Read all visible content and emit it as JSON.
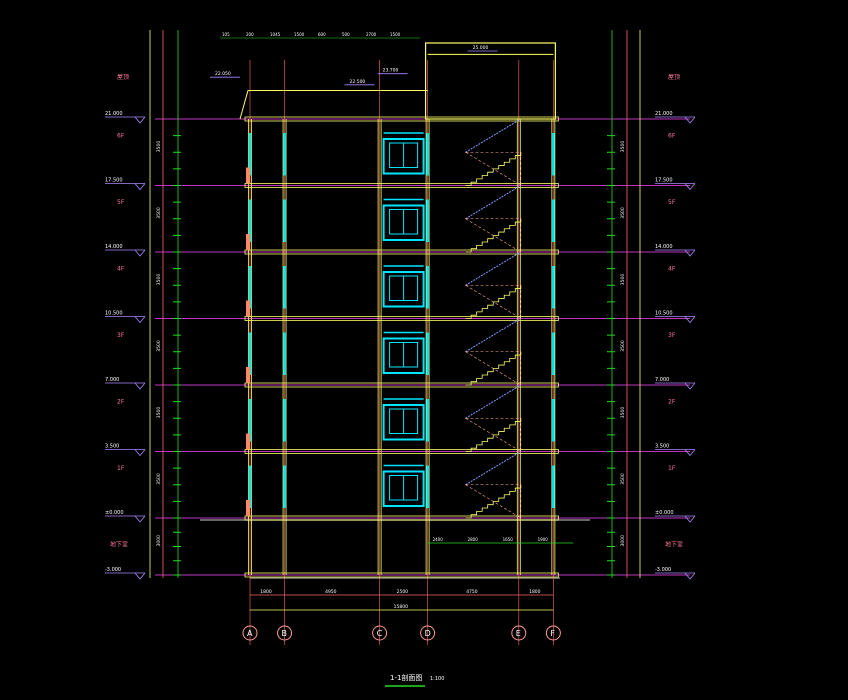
{
  "drawing": {
    "title": "1-1剖面图",
    "scale": "1:100",
    "colors": {
      "background": "#000000",
      "wall": "#ffff66",
      "floor_line": "#ff44ff",
      "window": "#00e5ff",
      "dimension": "#22dd22",
      "axis": "#ff6666",
      "text": "#ffffff",
      "room_text": "#ff7799",
      "stair": "#8899ff"
    },
    "levels": [
      {
        "floor": "地下室",
        "elevation": "-3.000",
        "value": -3.0
      },
      {
        "floor": "1F",
        "elevation": "±0.000",
        "value": 0.0
      },
      {
        "floor": "2F",
        "elevation": "3.500",
        "value": 3.5
      },
      {
        "floor": "3F",
        "elevation": "7.000",
        "value": 7.0
      },
      {
        "floor": "4F",
        "elevation": "10.500",
        "value": 10.5
      },
      {
        "floor": "5F",
        "elevation": "14.000",
        "value": 14.0
      },
      {
        "floor": "6F",
        "elevation": "17.500",
        "value": 17.5
      },
      {
        "floor": "屋顶",
        "elevation": "21.000",
        "value": 21.0
      }
    ],
    "top_elevations": [
      "25.000",
      "23.700",
      "22.500",
      "22.050"
    ],
    "top_dims": [
      "105",
      "200",
      "1045",
      "1500",
      "600",
      "500",
      "2700",
      "1500"
    ],
    "storey_dims": [
      "3000",
      "3500",
      "3500",
      "3500",
      "3500",
      "3500",
      "3500"
    ],
    "axes": [
      {
        "label": "A",
        "pos": 0
      },
      {
        "label": "B",
        "pos": 1.8
      },
      {
        "label": "C",
        "pos": 6.75
      },
      {
        "label": "D",
        "pos": 9.25
      },
      {
        "label": "E",
        "pos": 14.0
      },
      {
        "label": "F",
        "pos": 15.8
      }
    ],
    "axis_dims": [
      "1800",
      "4950",
      "2500",
      "4750",
      "1800"
    ],
    "total_dim": "15800",
    "stair_dims": [
      "2400",
      "2800",
      "1650",
      "1900"
    ]
  }
}
